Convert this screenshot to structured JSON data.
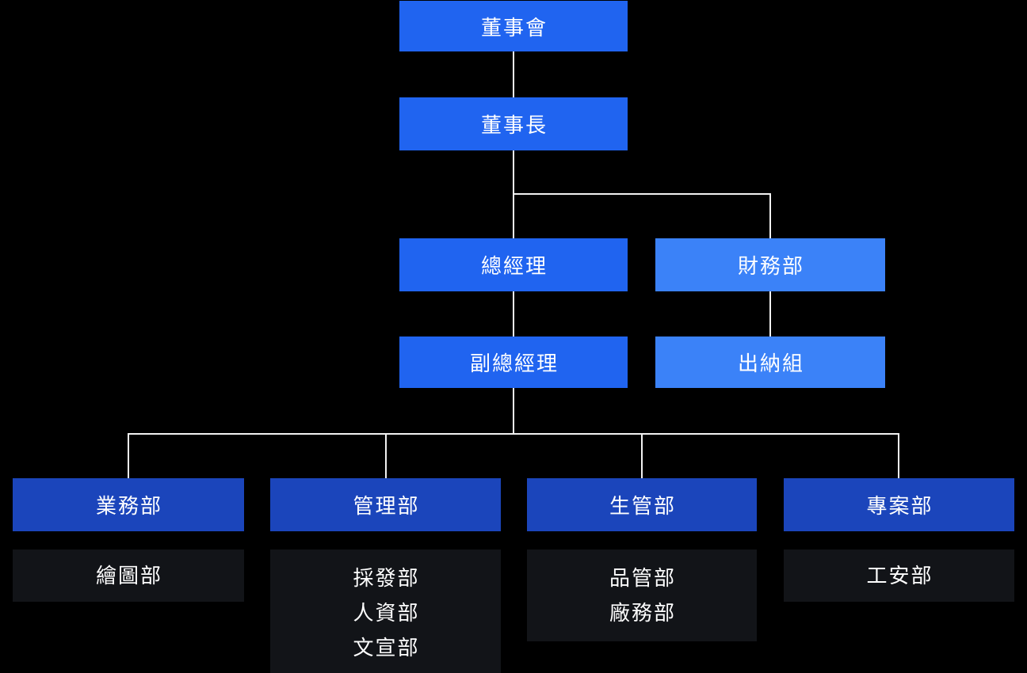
{
  "colors": {
    "background": "#000000",
    "executive_box": "#2064f0",
    "finance_box": "#3b82f8",
    "department_box": "#1b45bb",
    "sub_box": "#121418",
    "connector_line": "#f2f2f2",
    "text": "#ffffff"
  },
  "org_chart": {
    "type": "organization-chart",
    "nodes": {
      "board": {
        "label": "董事會"
      },
      "chairman": {
        "label": "董事長"
      },
      "general_manager": {
        "label": "總經理"
      },
      "finance_dept": {
        "label": "財務部"
      },
      "deputy_general_manager": {
        "label": "副總經理"
      },
      "cashier_team": {
        "label": "出納組"
      },
      "business_dept": {
        "label": "業務部"
      },
      "admin_dept": {
        "label": "管理部"
      },
      "production_dept": {
        "label": "生管部"
      },
      "project_dept": {
        "label": "專案部"
      },
      "business_sub": {
        "items": [
          "繪圖部"
        ]
      },
      "admin_sub": {
        "items": [
          "採發部",
          "人資部",
          "文宣部"
        ]
      },
      "production_sub": {
        "items": [
          "品管部",
          "廠務部"
        ]
      },
      "project_sub": {
        "items": [
          "工安部"
        ]
      }
    },
    "edges": [
      "董事會→董事長",
      "董事長→總經理",
      "董事長→財務部",
      "總經理→副總經理",
      "財務部→出納組",
      "副總經理→業務部",
      "副總經理→管理部",
      "副總經理→生管部",
      "副總經理→專案部"
    ]
  }
}
